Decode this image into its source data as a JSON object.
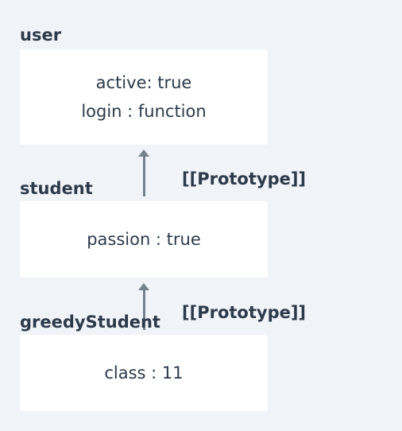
{
  "objects": [
    {
      "name": "user",
      "properties": [
        "active: true",
        "login : function"
      ]
    },
    {
      "name": "student",
      "properties": [
        "passion : true"
      ]
    },
    {
      "name": "greedyStudent",
      "properties": [
        "class : 11"
      ]
    }
  ],
  "links": [
    {
      "label": "[[Prototype]]"
    },
    {
      "label": "[[Prototype]]"
    }
  ]
}
